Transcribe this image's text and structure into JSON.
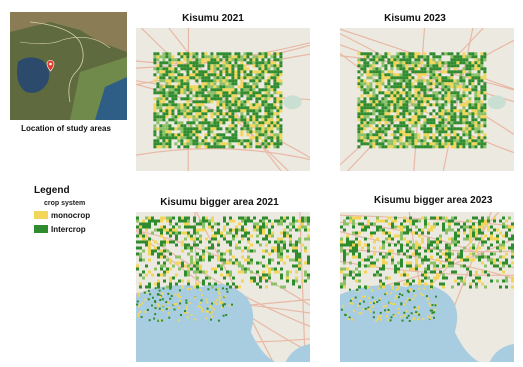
{
  "locator": {
    "caption": "Location of study areas",
    "marker_icon": "map-pin-icon"
  },
  "maps": [
    {
      "key": "k2021",
      "title": "Kisumu 2021",
      "year": "2021",
      "extent": "small"
    },
    {
      "key": "k2023",
      "title": "Kisumu 2023",
      "year": "2023",
      "extent": "small"
    },
    {
      "key": "kb2021",
      "title": "Kisumu bigger area 2021",
      "year": "2021",
      "extent": "large"
    },
    {
      "key": "kb2023",
      "title": "Kisumu bigger area 2023",
      "year": "2023",
      "extent": "large"
    }
  ],
  "legend": {
    "title": "Legend",
    "subtitle": "crop system",
    "items": [
      {
        "label": "monocrop",
        "color": "#f2d65a"
      },
      {
        "label": "Intercrop",
        "color": "#2e8b2e"
      }
    ]
  },
  "colors": {
    "basemap": "#ece9e1",
    "water": "#a8cde1",
    "road": "#e9b8a5",
    "monocrop": "#f2d65a",
    "intercrop": "#2e8b2e",
    "intercrop_light": "#8cc168"
  }
}
